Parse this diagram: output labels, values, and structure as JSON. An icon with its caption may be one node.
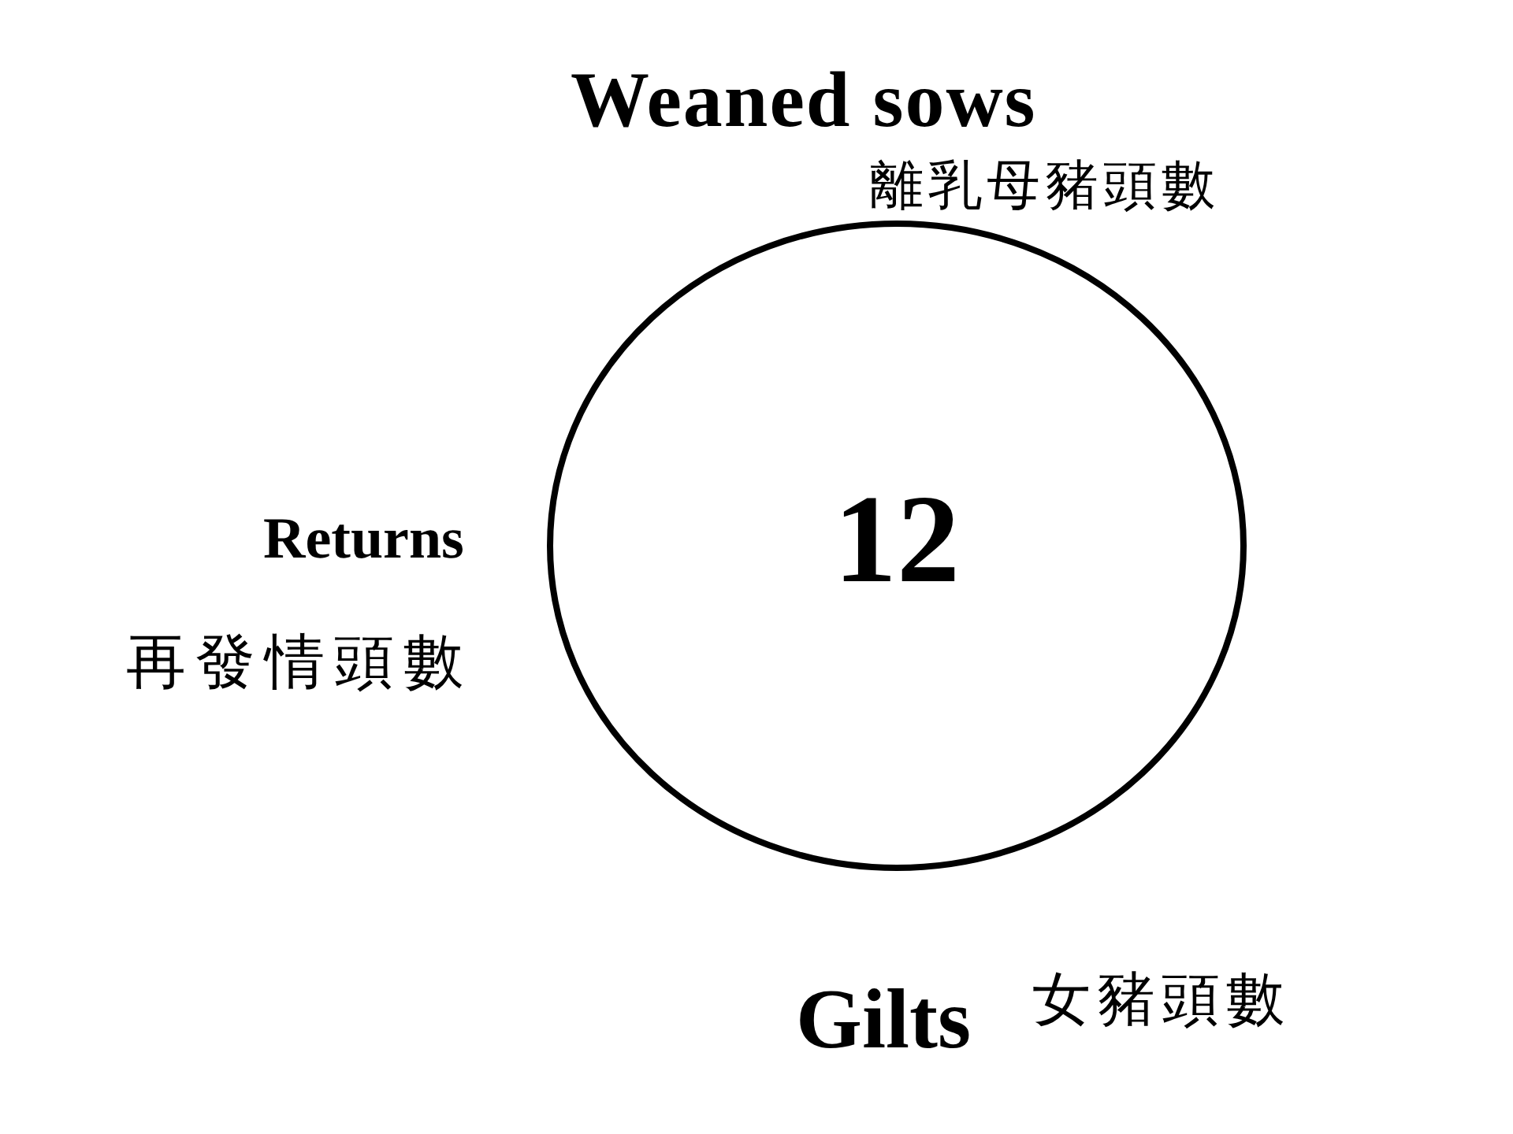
{
  "diagram": {
    "nodes": [
      {
        "text": [
          "12"
        ]
      }
    ],
    "labels": [
      "Weaned sows",
      "離乳母豬頭數",
      "Returns",
      "再發情頭數",
      "Gilts",
      "女豬頭數"
    ]
  }
}
